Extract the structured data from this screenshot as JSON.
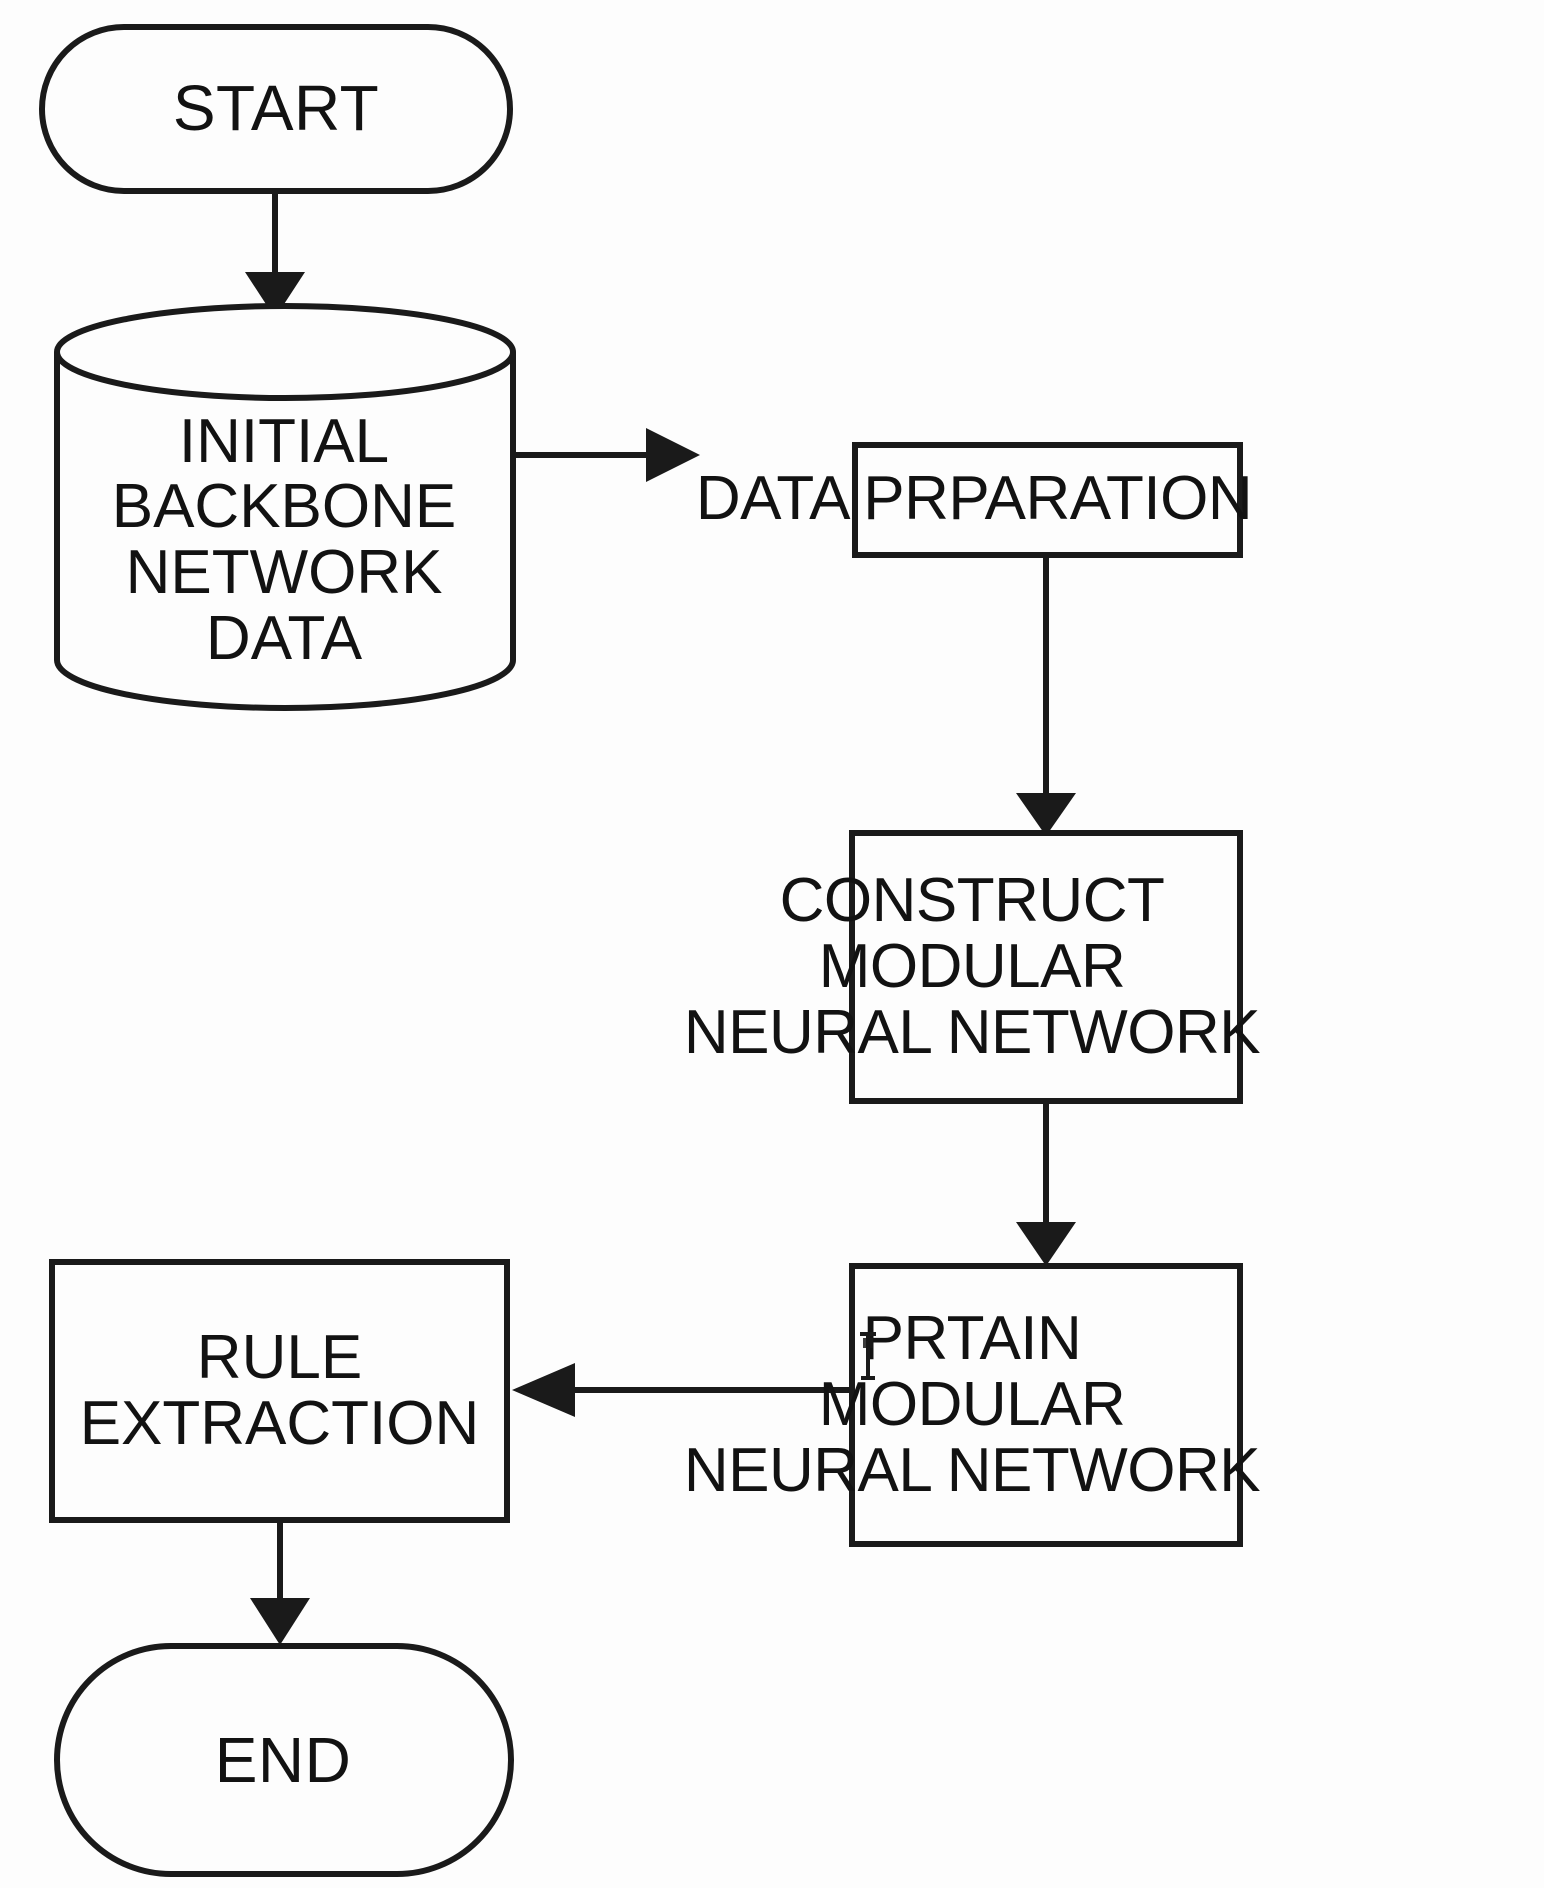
{
  "diagram": {
    "title": "Modular Neural Network Rule Extraction Workflow",
    "background_color": "#fdfdfd",
    "stroke_color": "#1a1a1a",
    "text_color": "#121212",
    "nodes": [
      {
        "id": "start",
        "shape": "terminator",
        "label": "START"
      },
      {
        "id": "initial-data",
        "shape": "cylinder",
        "label_lines": [
          "INITIAL",
          "BACKBONE",
          "NETWORK",
          "DATA"
        ]
      },
      {
        "id": "data-preparation",
        "shape": "process",
        "label_lines": [
          "DATA PRPARATION"
        ]
      },
      {
        "id": "construct-mnn",
        "shape": "process",
        "label_lines": [
          "CONSTRUCT",
          "MODULAR",
          "NEURAL NETWORK"
        ]
      },
      {
        "id": "pretrain-mnn",
        "shape": "process",
        "label_lines": [
          "PRTAIN",
          "MODULAR",
          "NEURAL NETWORK"
        ]
      },
      {
        "id": "rule-extraction",
        "shape": "process",
        "label_lines": [
          "RULE",
          "EXTRACTION"
        ]
      },
      {
        "id": "end",
        "shape": "terminator",
        "label": "END"
      }
    ],
    "edges": [
      {
        "id": "start-to-data",
        "from": "start",
        "to": "initial-data",
        "direction": "down"
      },
      {
        "id": "data-to-prep",
        "from": "initial-data",
        "to": "data-preparation",
        "direction": "right"
      },
      {
        "id": "prep-to-construct",
        "from": "data-preparation",
        "to": "construct-mnn",
        "direction": "down"
      },
      {
        "id": "construct-to-pretrain",
        "from": "construct-mnn",
        "to": "pretrain-mnn",
        "direction": "down"
      },
      {
        "id": "pretrain-to-rule",
        "from": "pretrain-mnn",
        "to": "rule-extraction",
        "direction": "left"
      },
      {
        "id": "rule-to-end",
        "from": "rule-extraction",
        "to": "end",
        "direction": "down"
      }
    ],
    "overlay": {
      "cursor_artifact": "text-cursor-icon"
    }
  }
}
